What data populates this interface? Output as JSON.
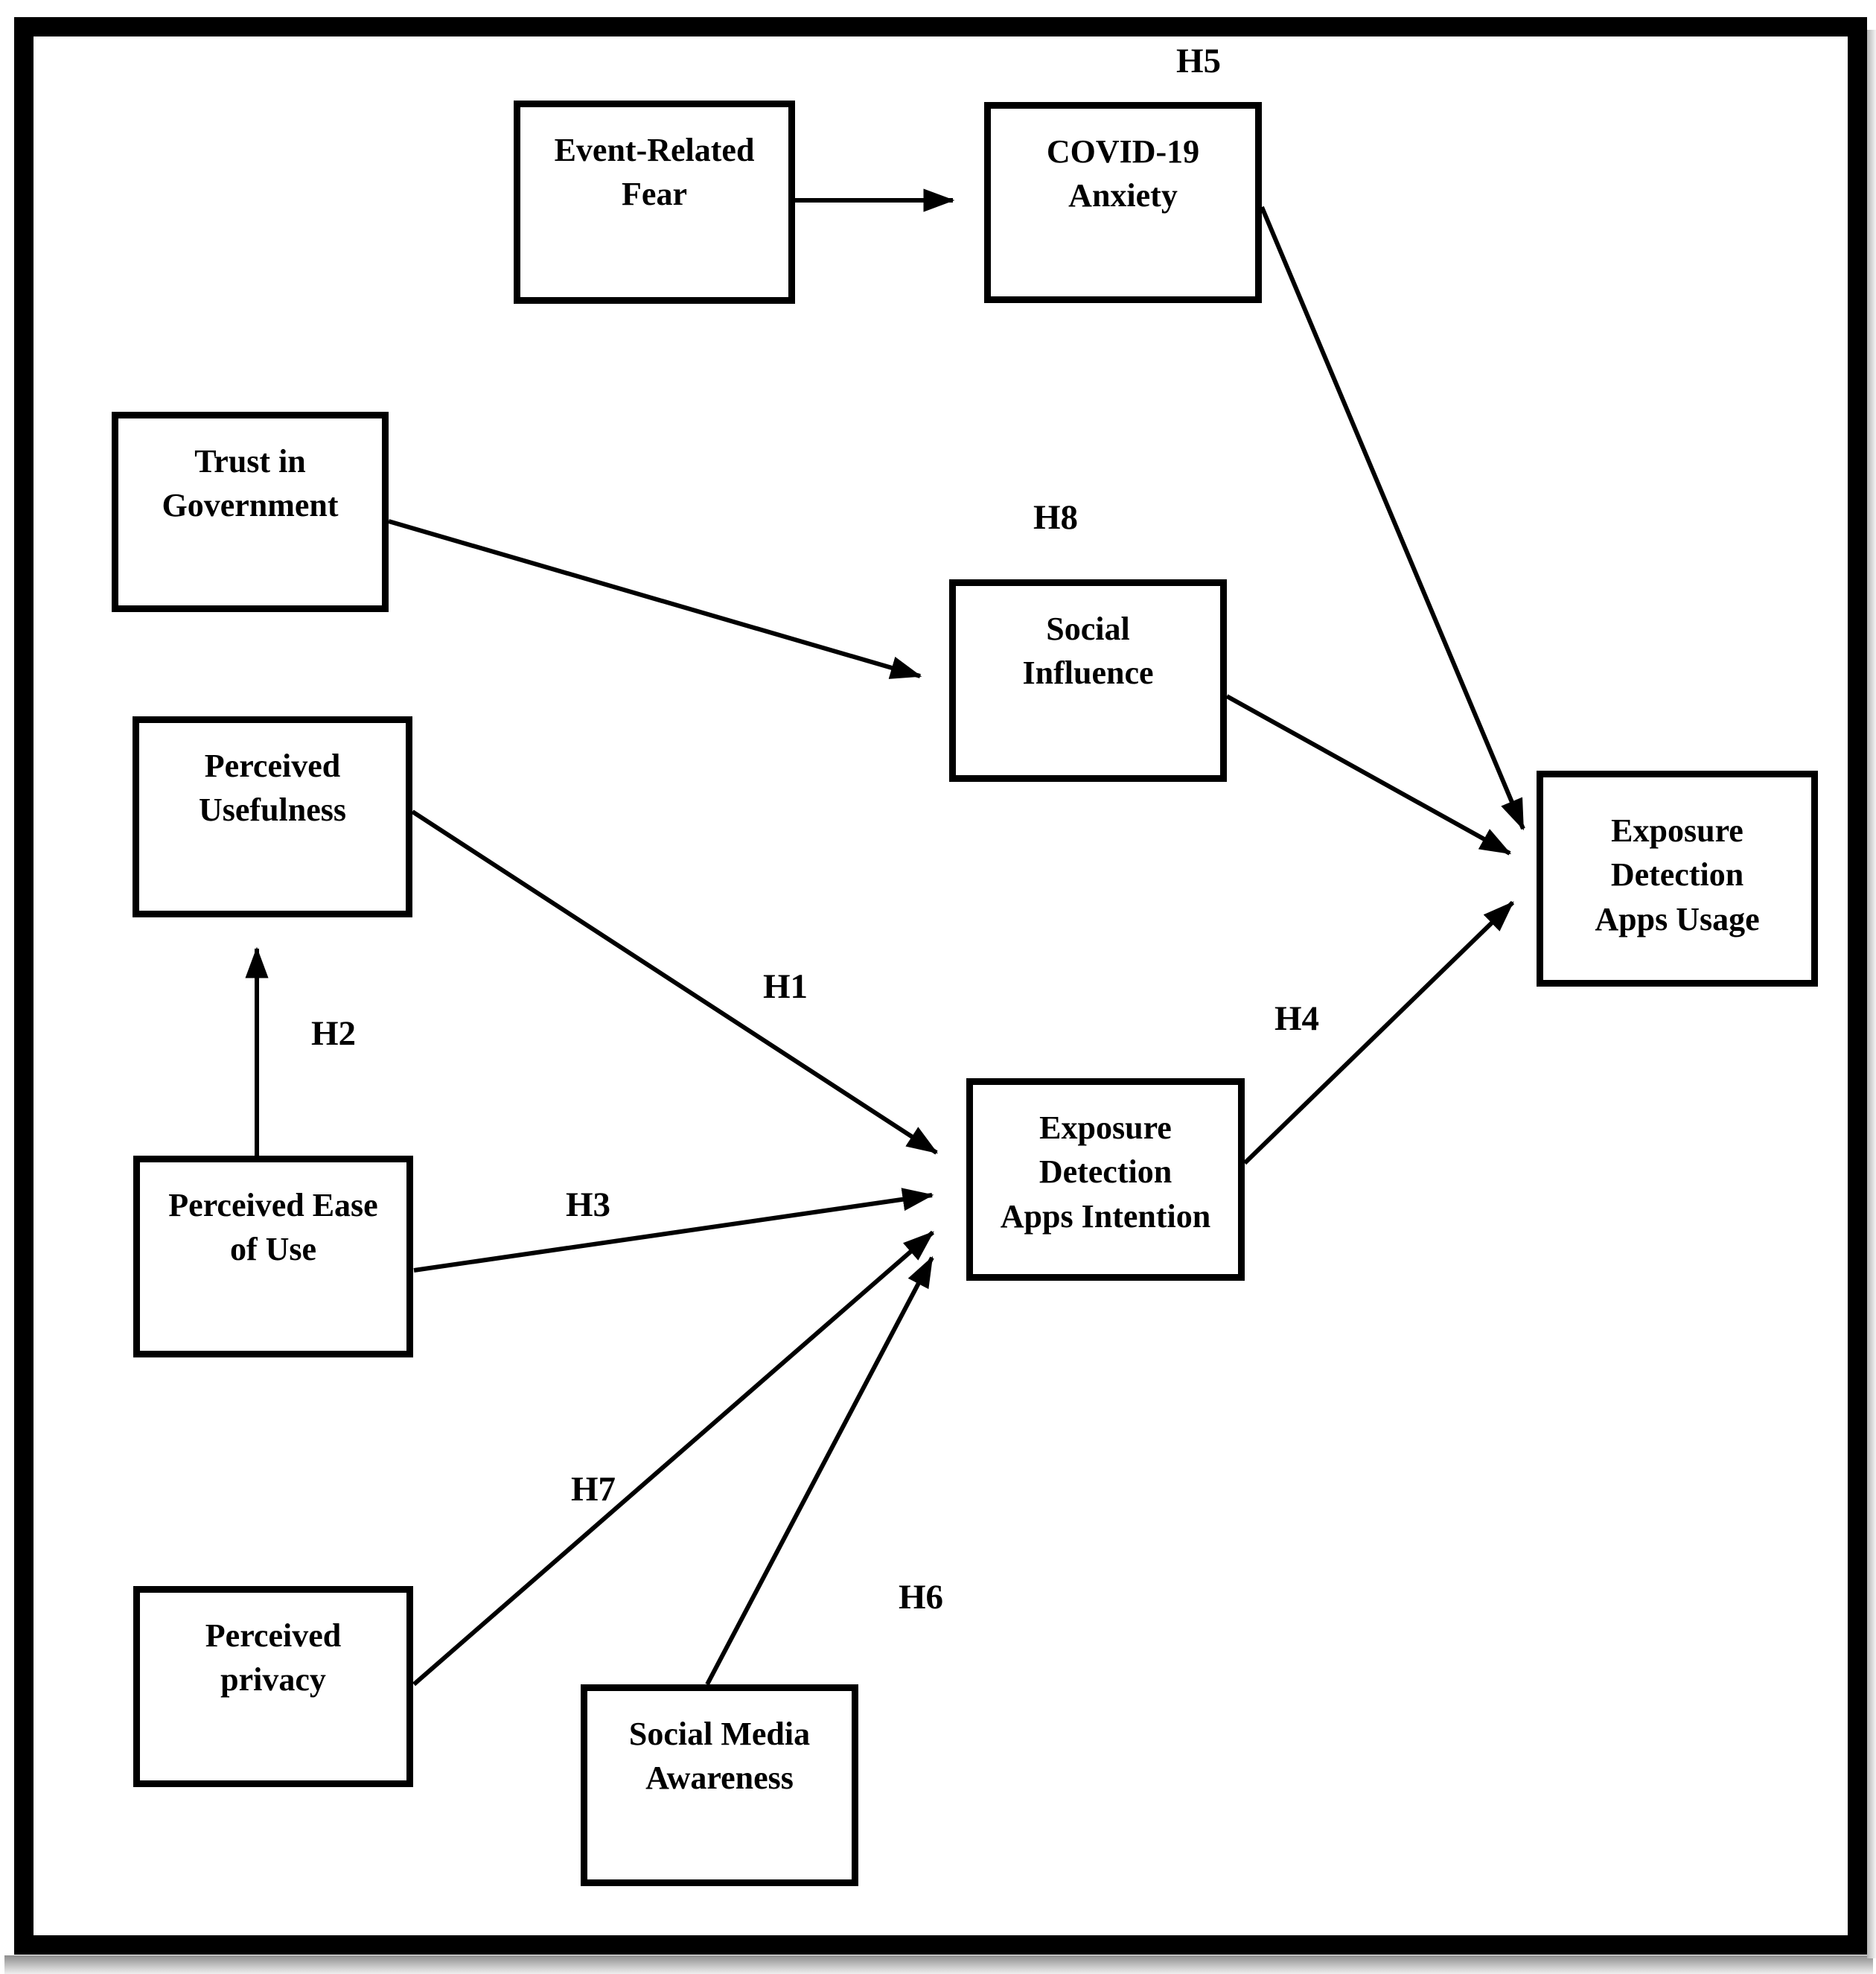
{
  "figure": {
    "type": "hypothesis-path-model",
    "colors": {
      "line": "#000000",
      "background": "#ffffff",
      "frame": "#000000"
    },
    "nodes": {
      "event_fear": {
        "label": "Event-Related\nFear"
      },
      "covid_anxiety": {
        "label": "COVID-19\nAnxiety"
      },
      "trust_gov": {
        "label": "Trust in\nGovernment"
      },
      "social_influence": {
        "label": "Social\nInfluence"
      },
      "perceived_usefulness": {
        "label": "Perceived\nUsefulness"
      },
      "peou": {
        "label": "Perceived Ease\nof Use"
      },
      "perceived_privacy": {
        "label": "Perceived\nprivacy"
      },
      "sma": {
        "label": "Social Media\nAwareness"
      },
      "intention": {
        "label": "Exposure\nDetection\nApps Intention"
      },
      "usage": {
        "label": "Exposure\nDetection\nApps Usage"
      }
    },
    "hypothesis_labels": {
      "h1": "H1",
      "h2": "H2",
      "h3": "H3",
      "h4": "H4",
      "h5": "H5",
      "h6": "H6",
      "h7": "H7",
      "h8": "H8"
    },
    "edges": [
      {
        "from": "event_fear",
        "to": "covid_anxiety",
        "label": ""
      },
      {
        "from": "covid_anxiety",
        "to": "usage",
        "label": "H5"
      },
      {
        "from": "trust_gov",
        "to": "social_influence",
        "label": ""
      },
      {
        "from": "social_influence",
        "to": "usage",
        "label": "H8"
      },
      {
        "from": "peou",
        "to": "perceived_usefulness",
        "label": "H2"
      },
      {
        "from": "perceived_usefulness",
        "to": "intention",
        "label": "H1"
      },
      {
        "from": "peou",
        "to": "intention",
        "label": "H3"
      },
      {
        "from": "perceived_privacy",
        "to": "intention",
        "label": "H7"
      },
      {
        "from": "sma",
        "to": "intention",
        "label": "H6"
      },
      {
        "from": "intention",
        "to": "usage",
        "label": "H4"
      }
    ]
  }
}
